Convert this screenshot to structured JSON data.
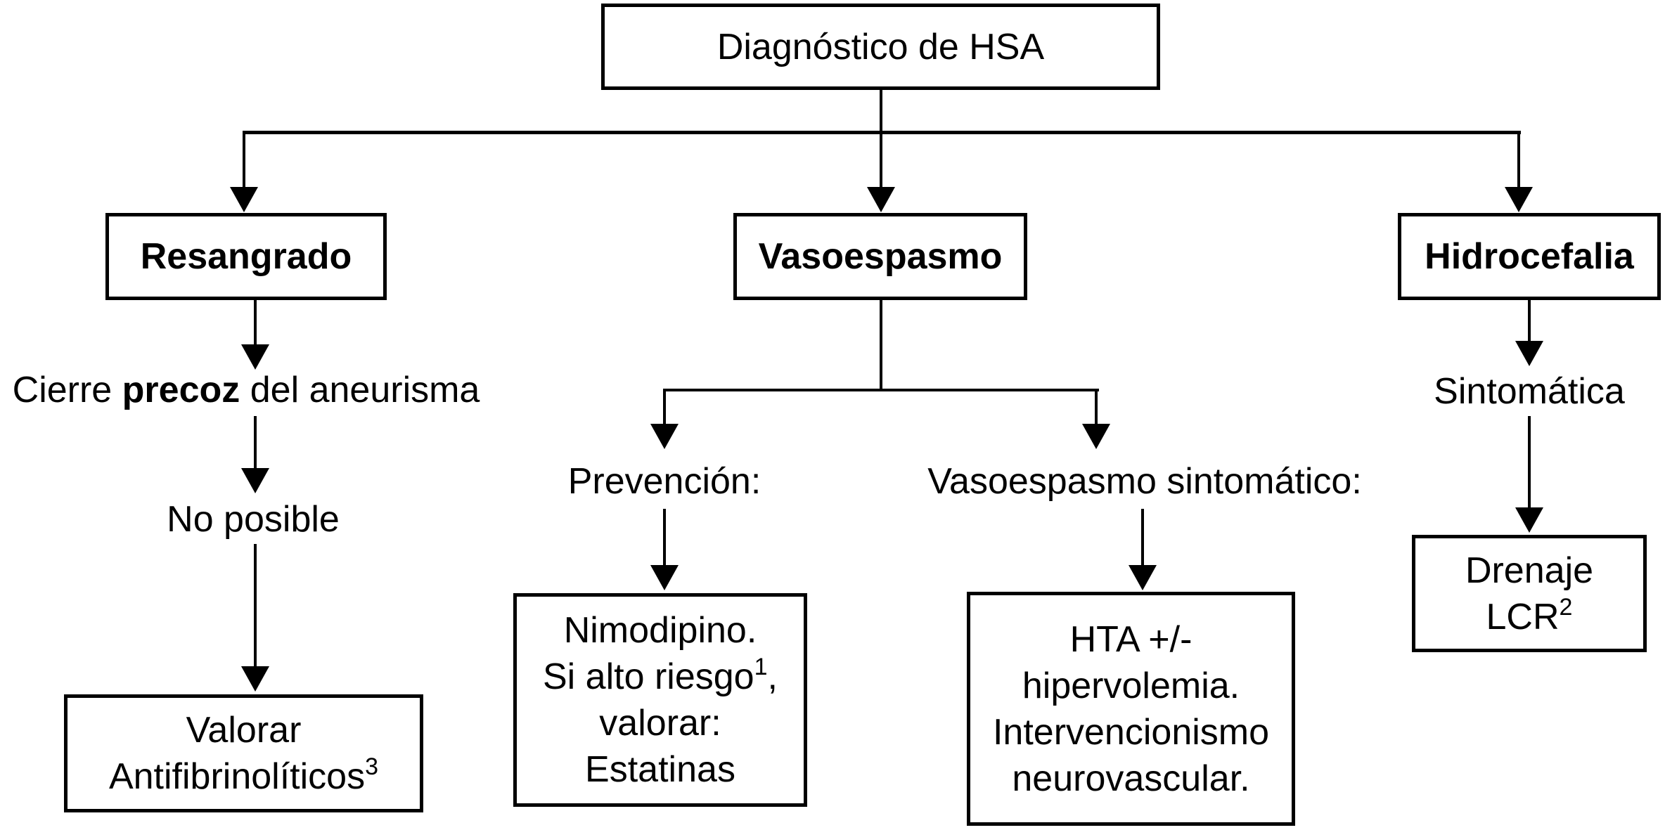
{
  "colors": {
    "text": "#000000",
    "line": "#000000",
    "background": "#ffffff"
  },
  "root": {
    "label": "Diagnóstico de HSA"
  },
  "resangrado": {
    "header": "Resangrado",
    "step1": {
      "pre": "Cierre ",
      "bold": "precoz",
      "post": " del aneurisma"
    },
    "step2": "No posible",
    "box": {
      "line1": "Valorar",
      "line2": "Antifibrinolíticos",
      "line2_sup": "3"
    }
  },
  "vasoespasmo": {
    "header": "Vasoespasmo",
    "prevention": {
      "label": "Prevención:",
      "box": {
        "line1": "Nimodipino.",
        "line2_pre": "Si alto riesgo",
        "line2_sup": "1",
        "line2_post": ",",
        "line3": "valorar:",
        "line4": "Estatinas"
      }
    },
    "symptomatic": {
      "label": "Vasoespasmo sintomático:",
      "box": {
        "line1": "HTA +/-",
        "line2": "hipervolemia.",
        "line3": "Intervencionismo",
        "line4": "neurovascular."
      }
    }
  },
  "hidrocefalia": {
    "header": "Hidrocefalia",
    "step1": "Sintomática",
    "box": {
      "line1": "Drenaje",
      "line2_pre": "LCR",
      "line2_sup": "2"
    }
  }
}
